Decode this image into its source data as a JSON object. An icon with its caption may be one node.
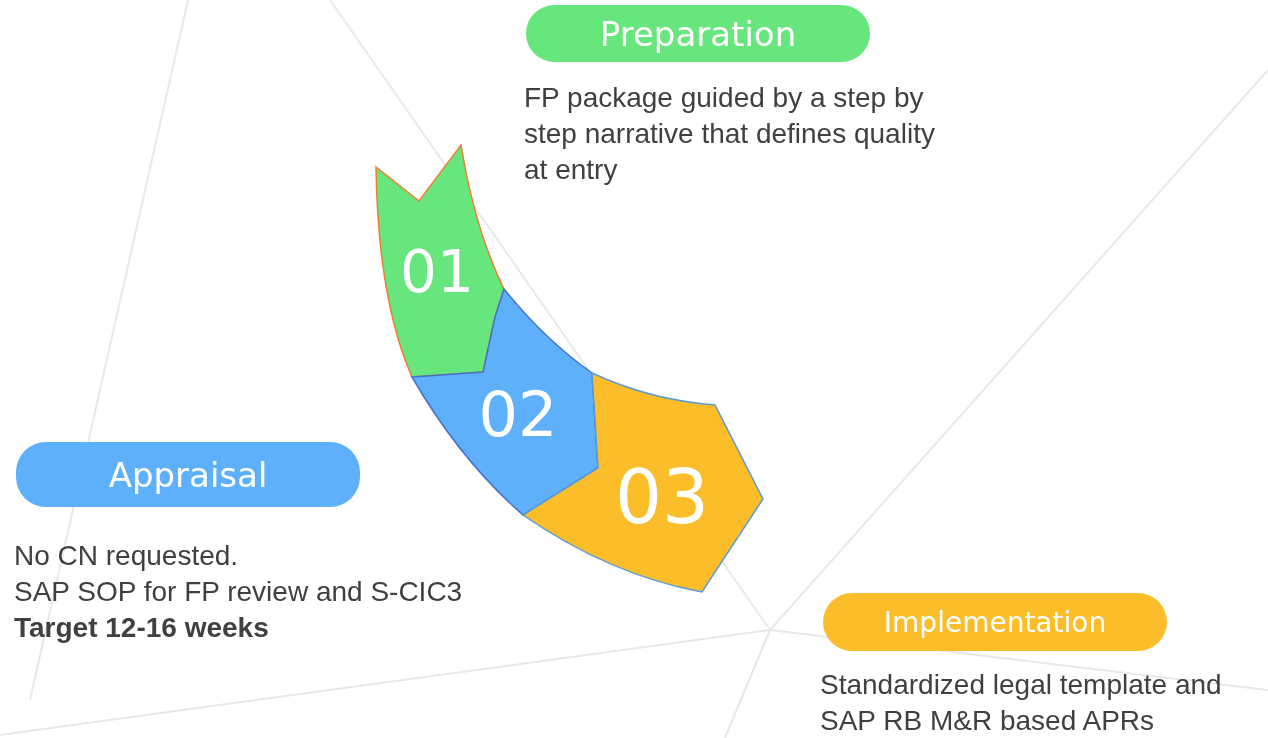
{
  "diagram": {
    "nodes": [
      {
        "text": [
          "Preparation"
        ],
        "beside": [
          "FP package guided by a step by step narrative that defines quality at entry"
        ]
      },
      {
        "text": [
          "01"
        ]
      },
      {
        "text": [
          "02"
        ]
      },
      {
        "text": [
          "Appraisal"
        ],
        "beside": [
          "No CN requested.",
          "SAP SOP for FP review and S-CIC3",
          "**Target 12-16 weeks**"
        ]
      },
      {
        "text": [
          "03"
        ]
      },
      {
        "text": [
          "Implementation"
        ],
        "beside": [
          "Standardized legal template and SAP RB M&R based APRs"
        ]
      }
    ]
  }
}
